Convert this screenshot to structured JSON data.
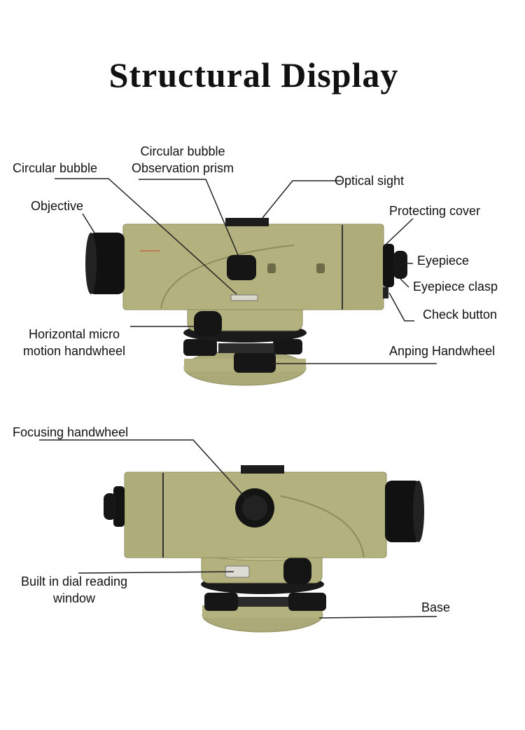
{
  "title": "Structural Display",
  "colors": {
    "body": "#b3b27e",
    "body_shade": "#9c9b68",
    "body_light": "#c5c492",
    "black": "#111111",
    "leader": "#222222"
  },
  "top_view": {
    "labels": {
      "circular_bubble": "Circular bubble",
      "observation_prism_1": "Circular bubble",
      "observation_prism_2": "Observation prism",
      "optical_sight": "Optical sight",
      "objective": "Objective",
      "protecting_cover": "Protecting cover",
      "eyepiece": "Eyepiece",
      "eyepiece_clasp": "Eyepiece clasp",
      "check_button": "Check button",
      "horizontal_micro_1": "Horizontal micro",
      "horizontal_micro_2": "motion handwheel",
      "anping_handwheel": "Anping Handwheel"
    }
  },
  "bottom_view": {
    "labels": {
      "focusing_handwheel": "Focusing handwheel",
      "dial_window_1": "Built in dial reading",
      "dial_window_2": "window",
      "base": "Base"
    }
  }
}
